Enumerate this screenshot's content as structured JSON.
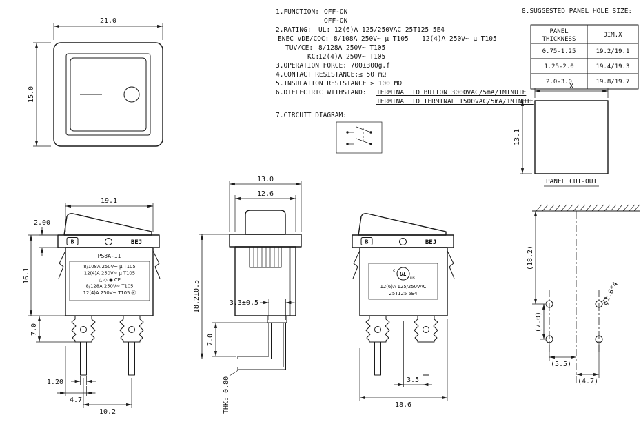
{
  "colors": {
    "ink": "#1a1a1a",
    "background": "#ffffff"
  },
  "top_view": {
    "dim_width": "21.0",
    "dim_height": "15.0"
  },
  "specs": {
    "function_label": "1.FUNCTION:",
    "function_value1": "OFF-ON",
    "function_value2": "OFF-ON",
    "rating_label": "2.RATING:",
    "rating_ul": "UL: 12(6)A 125/250VAC 25T125 5E4",
    "enec_label": "ENEC VDE/CQC:",
    "enec_value1": "8/108A 250V~ μ T105",
    "enec_value2": "12(4)A 250V~ μ T105",
    "tuv_label": "TUV/CE:",
    "tuv_value": "8/128A 250V~ T105",
    "kc_label": "KC:",
    "kc_value": "12(4)A 250V~ T105",
    "operation_force": "3.OPERATION FORCE: 700±300g.f",
    "contact_resistance": "4.CONTACT RESISTANCE:≤ 50 mΩ",
    "insulation_resistance": "5.INSULATION RESISTANCE ≥ 100 MΩ",
    "dielectric_label": "6.DIELECTRIC WITHSTAND:",
    "dielectric_value1": "TERMINAL TO BUTTON 3000VAC/5mA/1MINUTE",
    "dielectric_value2": "TERMINAL TO TERMINAL 1500VAC/5mA/1MINUTE",
    "circuit_label": "7.CIRCUIT DIAGRAM:"
  },
  "panel_hole": {
    "title": "8.SUGGESTED PANEL HOLE SIZE:",
    "header_col1_line1": "PANEL",
    "header_col1_line2": "THICKNESS",
    "header_col2": "DIM.X",
    "rows": [
      [
        "0.75-1.25",
        "19.2/19.1"
      ],
      [
        "1.25-2.0",
        "19.4/19.3"
      ],
      [
        "2.0-3.0",
        "19.8/19.7"
      ]
    ],
    "dim_x": "X",
    "dim_height": "13.1",
    "cutout_label": "PANEL CUT-OUT"
  },
  "front_view": {
    "dim_width": "19.1",
    "dim_flange": "2.00",
    "dim_body": "16.1",
    "dim_terminal": "7.0",
    "dim_pin_width": "1.20",
    "dim_pin_offset": "4.7",
    "dim_pin_pitch": "10.2",
    "logo": "B",
    "brand": "BEJ",
    "model": "PS8A-11",
    "label_line1": "8/108A 250V~ μ T105",
    "label_line2": "12(4)A 250V~ μ T105",
    "cert_marks": "△ ◇ ◉  CE",
    "label_line3": "8/128A 250V~ T105",
    "label_line4": "12(4)A 250V~ T105 Ⓚ"
  },
  "side_view": {
    "dim_flange_depth": "13.0",
    "dim_body_depth": "12.6",
    "dim_height": "18.2±0.5",
    "dim_pin_gap": "3.3±0.5",
    "dim_pin_length": "7.0",
    "thickness": "THK: 0.80"
  },
  "front_view2": {
    "logo": "B",
    "brand": "BEJ",
    "ul_c": "c",
    "ul_mark": "UL",
    "ul_us": "us",
    "rating1": "12(6)A 125/250VAC",
    "rating2": "25T125 5E4",
    "dim_pin": "3.5",
    "dim_width": "18.6"
  },
  "mount_view": {
    "dim_vertical": "(18.2)",
    "dim_row_gap": "(7.0)",
    "dim_left": "(5.5)",
    "dim_right": "(4.7)",
    "hole_spec": "φ1.6*4"
  }
}
